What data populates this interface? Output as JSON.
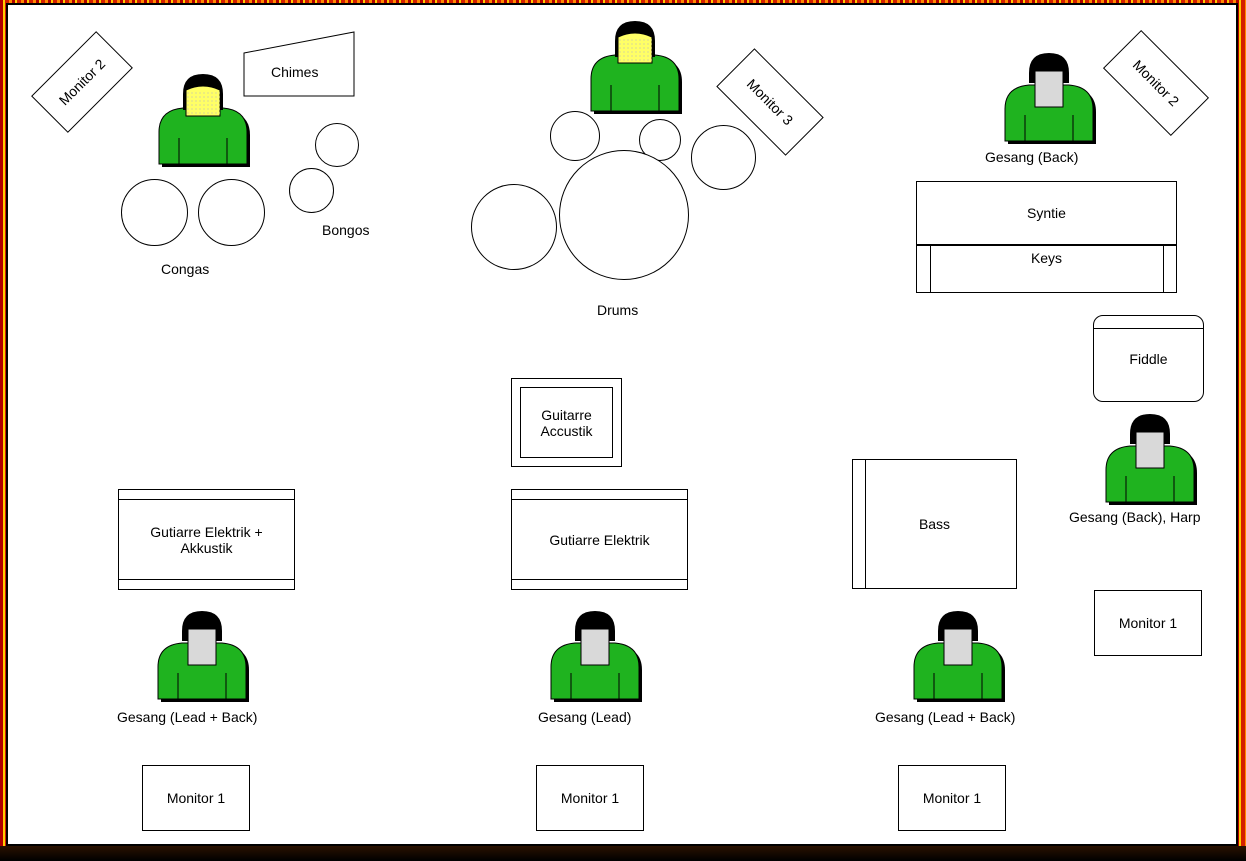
{
  "monitors": {
    "left_top": "Monitor 2",
    "center_top": "Monitor 3",
    "right_top": "Monitor 2",
    "right_side": "Monitor 1",
    "bottom_left": "Monitor 1",
    "bottom_center": "Monitor 1",
    "bottom_right": "Monitor 1"
  },
  "instruments": {
    "chimes": "Chimes",
    "bongos": "Bongos",
    "congas": "Congas",
    "drums": "Drums",
    "syntie": "Syntie",
    "keys": "Keys",
    "fiddle": "Fiddle",
    "acoustic_line1": "Guitarre",
    "acoustic_line2": "Accustik",
    "amp_left_line1": "Gutiarre Elektrik +",
    "amp_left_line2": "Akkustik",
    "amp_center": "Gutiarre Elektrik",
    "bass": "Bass"
  },
  "people": {
    "back_top": "Gesang (Back)",
    "back_harp": "Gesang (Back), Harp",
    "lead_back_left": "Gesang (Lead + Back)",
    "lead_center": "Gesang (Lead)",
    "lead_back_right": "Gesang (Lead + Back)"
  },
  "colors": {
    "person_body": "#1fb31f",
    "person_face_yellow": "#ffff66",
    "person_face_gray": "#d9d9d9",
    "frame_red": "#c01000",
    "frame_yellow": "#ffcc00"
  }
}
